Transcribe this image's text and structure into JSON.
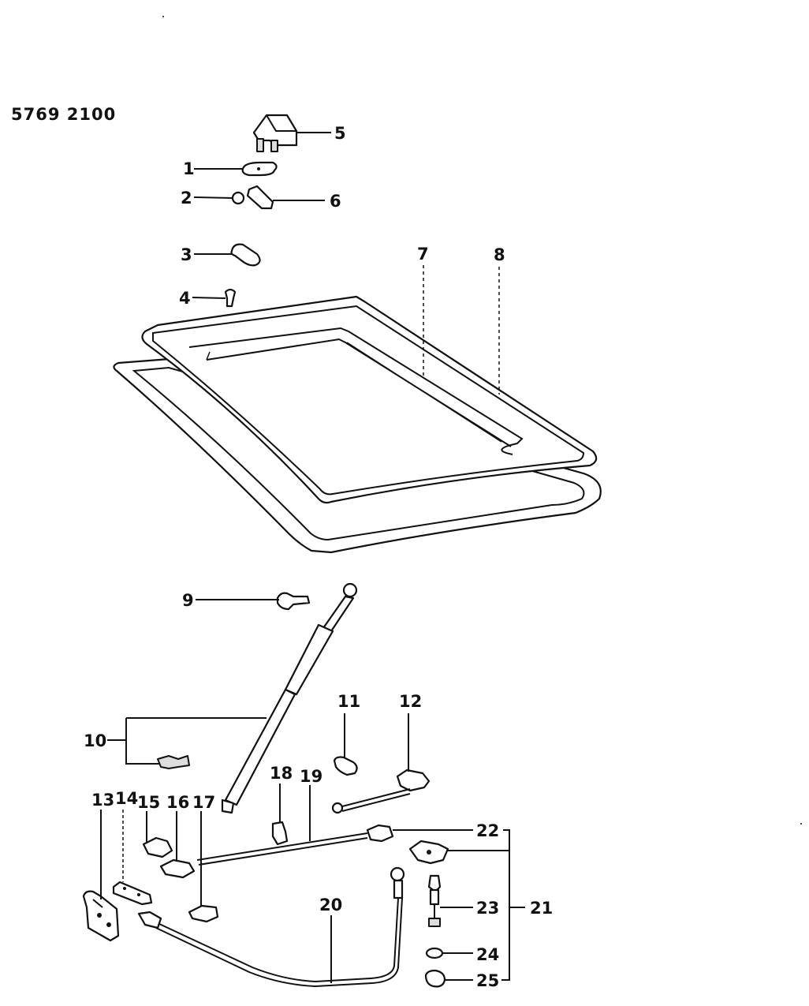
{
  "diagram_code": "5769 2100",
  "callouts": {
    "c1": "1",
    "c2": "2",
    "c3": "3",
    "c4": "4",
    "c5": "5",
    "c6": "6",
    "c7": "7",
    "c8": "8",
    "c9": "9",
    "c10": "10",
    "c11": "11",
    "c12": "12",
    "c13": "13",
    "c14": "14",
    "c15": "15",
    "c16": "16",
    "c17": "17",
    "c18": "18",
    "c19": "19",
    "c20": "20",
    "c21": "21",
    "c22": "22",
    "c23": "23",
    "c24": "24",
    "c25": "25"
  }
}
